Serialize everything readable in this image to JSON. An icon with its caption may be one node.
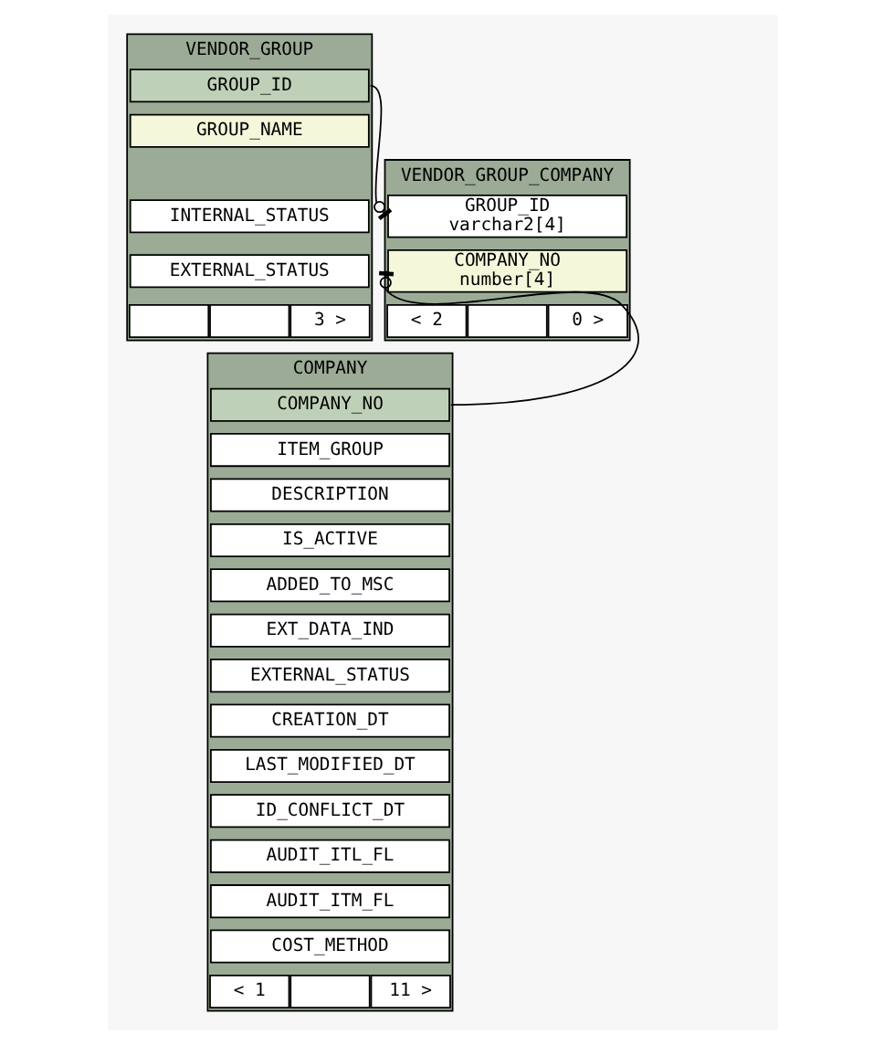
{
  "diagram": {
    "nodes": [
      {
        "text": [
          "VENDOR_GROUP"
        ]
      },
      {
        "text": [
          "GROUP_ID"
        ],
        "in": 0
      },
      {
        "text": [
          "GROUP_NAME"
        ],
        "in": 0
      },
      {
        "text": [
          "INTERNAL_STATUS"
        ],
        "in": 0
      },
      {
        "text": [
          "EXTERNAL_STATUS"
        ],
        "in": 0
      },
      {
        "text": [],
        "shape": "box",
        "in": 0
      },
      {
        "text": [],
        "shape": "box",
        "in": 0
      },
      {
        "text": [
          "3 >"
        ],
        "in": 0
      },
      {
        "text": [
          "VENDOR_GROUP_COMPANY"
        ]
      },
      {
        "text": [
          "GROUP_ID",
          "varchar2[4]"
        ],
        "in": 8
      },
      {
        "text": [
          "COMPANY_NO",
          "number[4]"
        ],
        "in": 8
      },
      {
        "text": [
          "< 2"
        ],
        "in": 8
      },
      {
        "text": [],
        "shape": "box",
        "in": 8
      },
      {
        "text": [
          "0 >"
        ],
        "in": 8
      },
      {
        "text": [
          "COMPANY"
        ]
      },
      {
        "text": [
          "COMPANY_NO"
        ],
        "in": 14
      },
      {
        "text": [
          "ITEM_GROUP"
        ],
        "in": 14
      },
      {
        "text": [
          "DESCRIPTION"
        ],
        "in": 14
      },
      {
        "text": [
          "IS_ACTIVE"
        ],
        "in": 14
      },
      {
        "text": [
          "ADDED_TO_MSC"
        ],
        "in": 14
      },
      {
        "text": [
          "EXT_DATA_IND"
        ],
        "in": 14
      },
      {
        "text": [
          "EXTERNAL_STATUS"
        ],
        "in": 14
      },
      {
        "text": [
          "CREATION_DT"
        ],
        "in": 14
      },
      {
        "text": [
          "LAST_MODIFIED_DT"
        ],
        "in": 14
      },
      {
        "text": [
          "ID_CONFLICT_DT"
        ],
        "in": 14
      },
      {
        "text": [
          "AUDIT_ITL_FL"
        ],
        "in": 14
      },
      {
        "text": [
          "AUDIT_ITM_FL"
        ],
        "in": 14
      },
      {
        "text": [
          "COST_METHOD"
        ],
        "in": 14
      },
      {
        "text": [
          "< 1"
        ],
        "in": 14
      },
      {
        "text": [],
        "shape": "box",
        "in": 14
      },
      {
        "text": [
          "11 >"
        ],
        "in": 14
      }
    ],
    "edges": [
      {
        "from": 1,
        "to": 9,
        "arrow": "other"
      },
      {
        "from": 15,
        "to": 10,
        "arrow": "other"
      }
    ]
  }
}
